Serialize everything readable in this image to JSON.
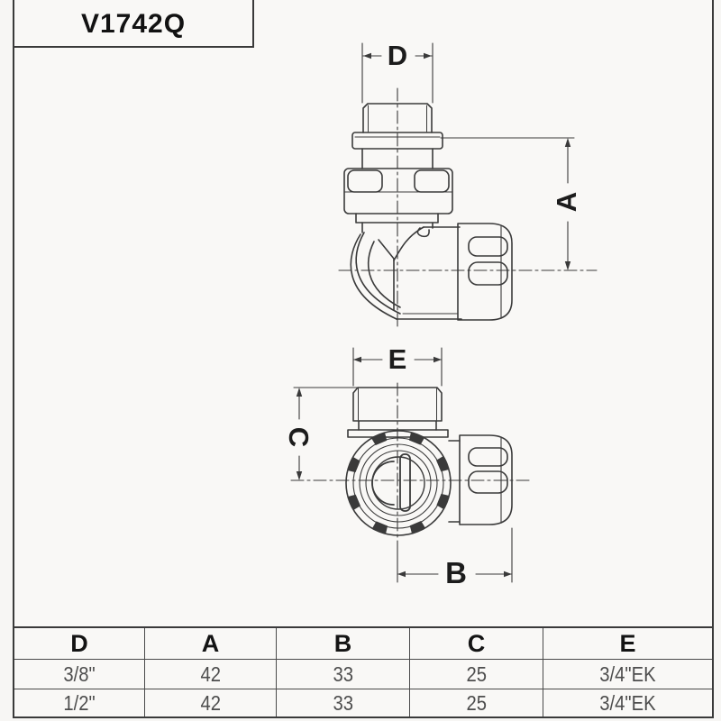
{
  "title": "V1742Q",
  "drawing": {
    "labels": {
      "d": "D",
      "a": "A",
      "e": "E",
      "c": "C",
      "b": "B"
    }
  },
  "table": {
    "headers": [
      "D",
      "A",
      "B",
      "C",
      "E"
    ],
    "rows": [
      [
        "3/8\"",
        "42",
        "33",
        "25",
        "3/4\"EK"
      ],
      [
        "1/2\"",
        "42",
        "33",
        "25",
        "3/4\"EK"
      ]
    ]
  },
  "colors": {
    "line": "#3a3a3a",
    "heading_text": "#141414",
    "value_text": "#4d4d4d",
    "background": "#f7f6f4"
  }
}
